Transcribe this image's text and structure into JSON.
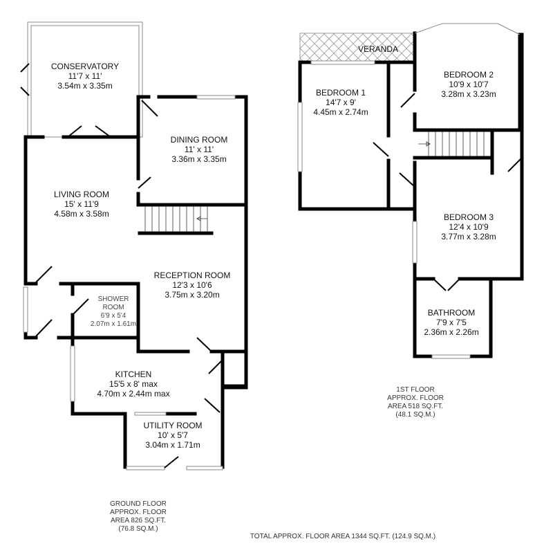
{
  "ground_floor": {
    "rooms": [
      {
        "name": "CONSERVATORY",
        "imperial": "11'7 x 11'",
        "metric": "3.54m x 3.35m"
      },
      {
        "name": "DINING ROOM",
        "imperial": "11' x 11'",
        "metric": "3.36m x 3.35m"
      },
      {
        "name": "LIVING ROOM",
        "imperial": "15' x 11'9",
        "metric": "4.58m x 3.58m"
      },
      {
        "name": "RECEPTION ROOM",
        "imperial": "12'3 x 10'6",
        "metric": "3.75m x 3.20m"
      },
      {
        "name": "SHOWER",
        "name2": "ROOM",
        "imperial": "6'9 x 5'4",
        "metric": "2.07m x 1.61m"
      },
      {
        "name": "KITCHEN",
        "imperial": "15'5 x 8' max",
        "metric": "4.70m x 2.44m max"
      },
      {
        "name": "UTILITY ROOM",
        "imperial": "10' x 5'7",
        "metric": "3.04m x 1.71m"
      }
    ],
    "area": [
      "GROUND FLOOR",
      "APPROX. FLOOR",
      "AREA 826 SQ.FT.",
      "(76.8 SQ.M.)"
    ]
  },
  "first_floor": {
    "veranda": "VERANDA",
    "rooms": [
      {
        "name": "BEDROOM 1",
        "imperial": "14'7 x 9'",
        "metric": "4.45m x 2.74m"
      },
      {
        "name": "BEDROOM 2",
        "imperial": "10'9 x 10'7",
        "metric": "3.28m x 3.23m"
      },
      {
        "name": "BEDROOM 3",
        "imperial": "12'4 x 10'9",
        "metric": "3.77m x 3.28m"
      },
      {
        "name": "BATHROOM",
        "imperial": "7'9 x 7'5",
        "metric": "2.36m x 2.26m"
      }
    ],
    "area": [
      "1ST FLOOR",
      "APPROX. FLOOR",
      "AREA 518 SQ.FT.",
      "(48.1 SQ.M.)"
    ]
  },
  "total": "TOTAL APPROX. FLOOR AREA 1344 SQ.FT. (124.9 SQ.M.)"
}
